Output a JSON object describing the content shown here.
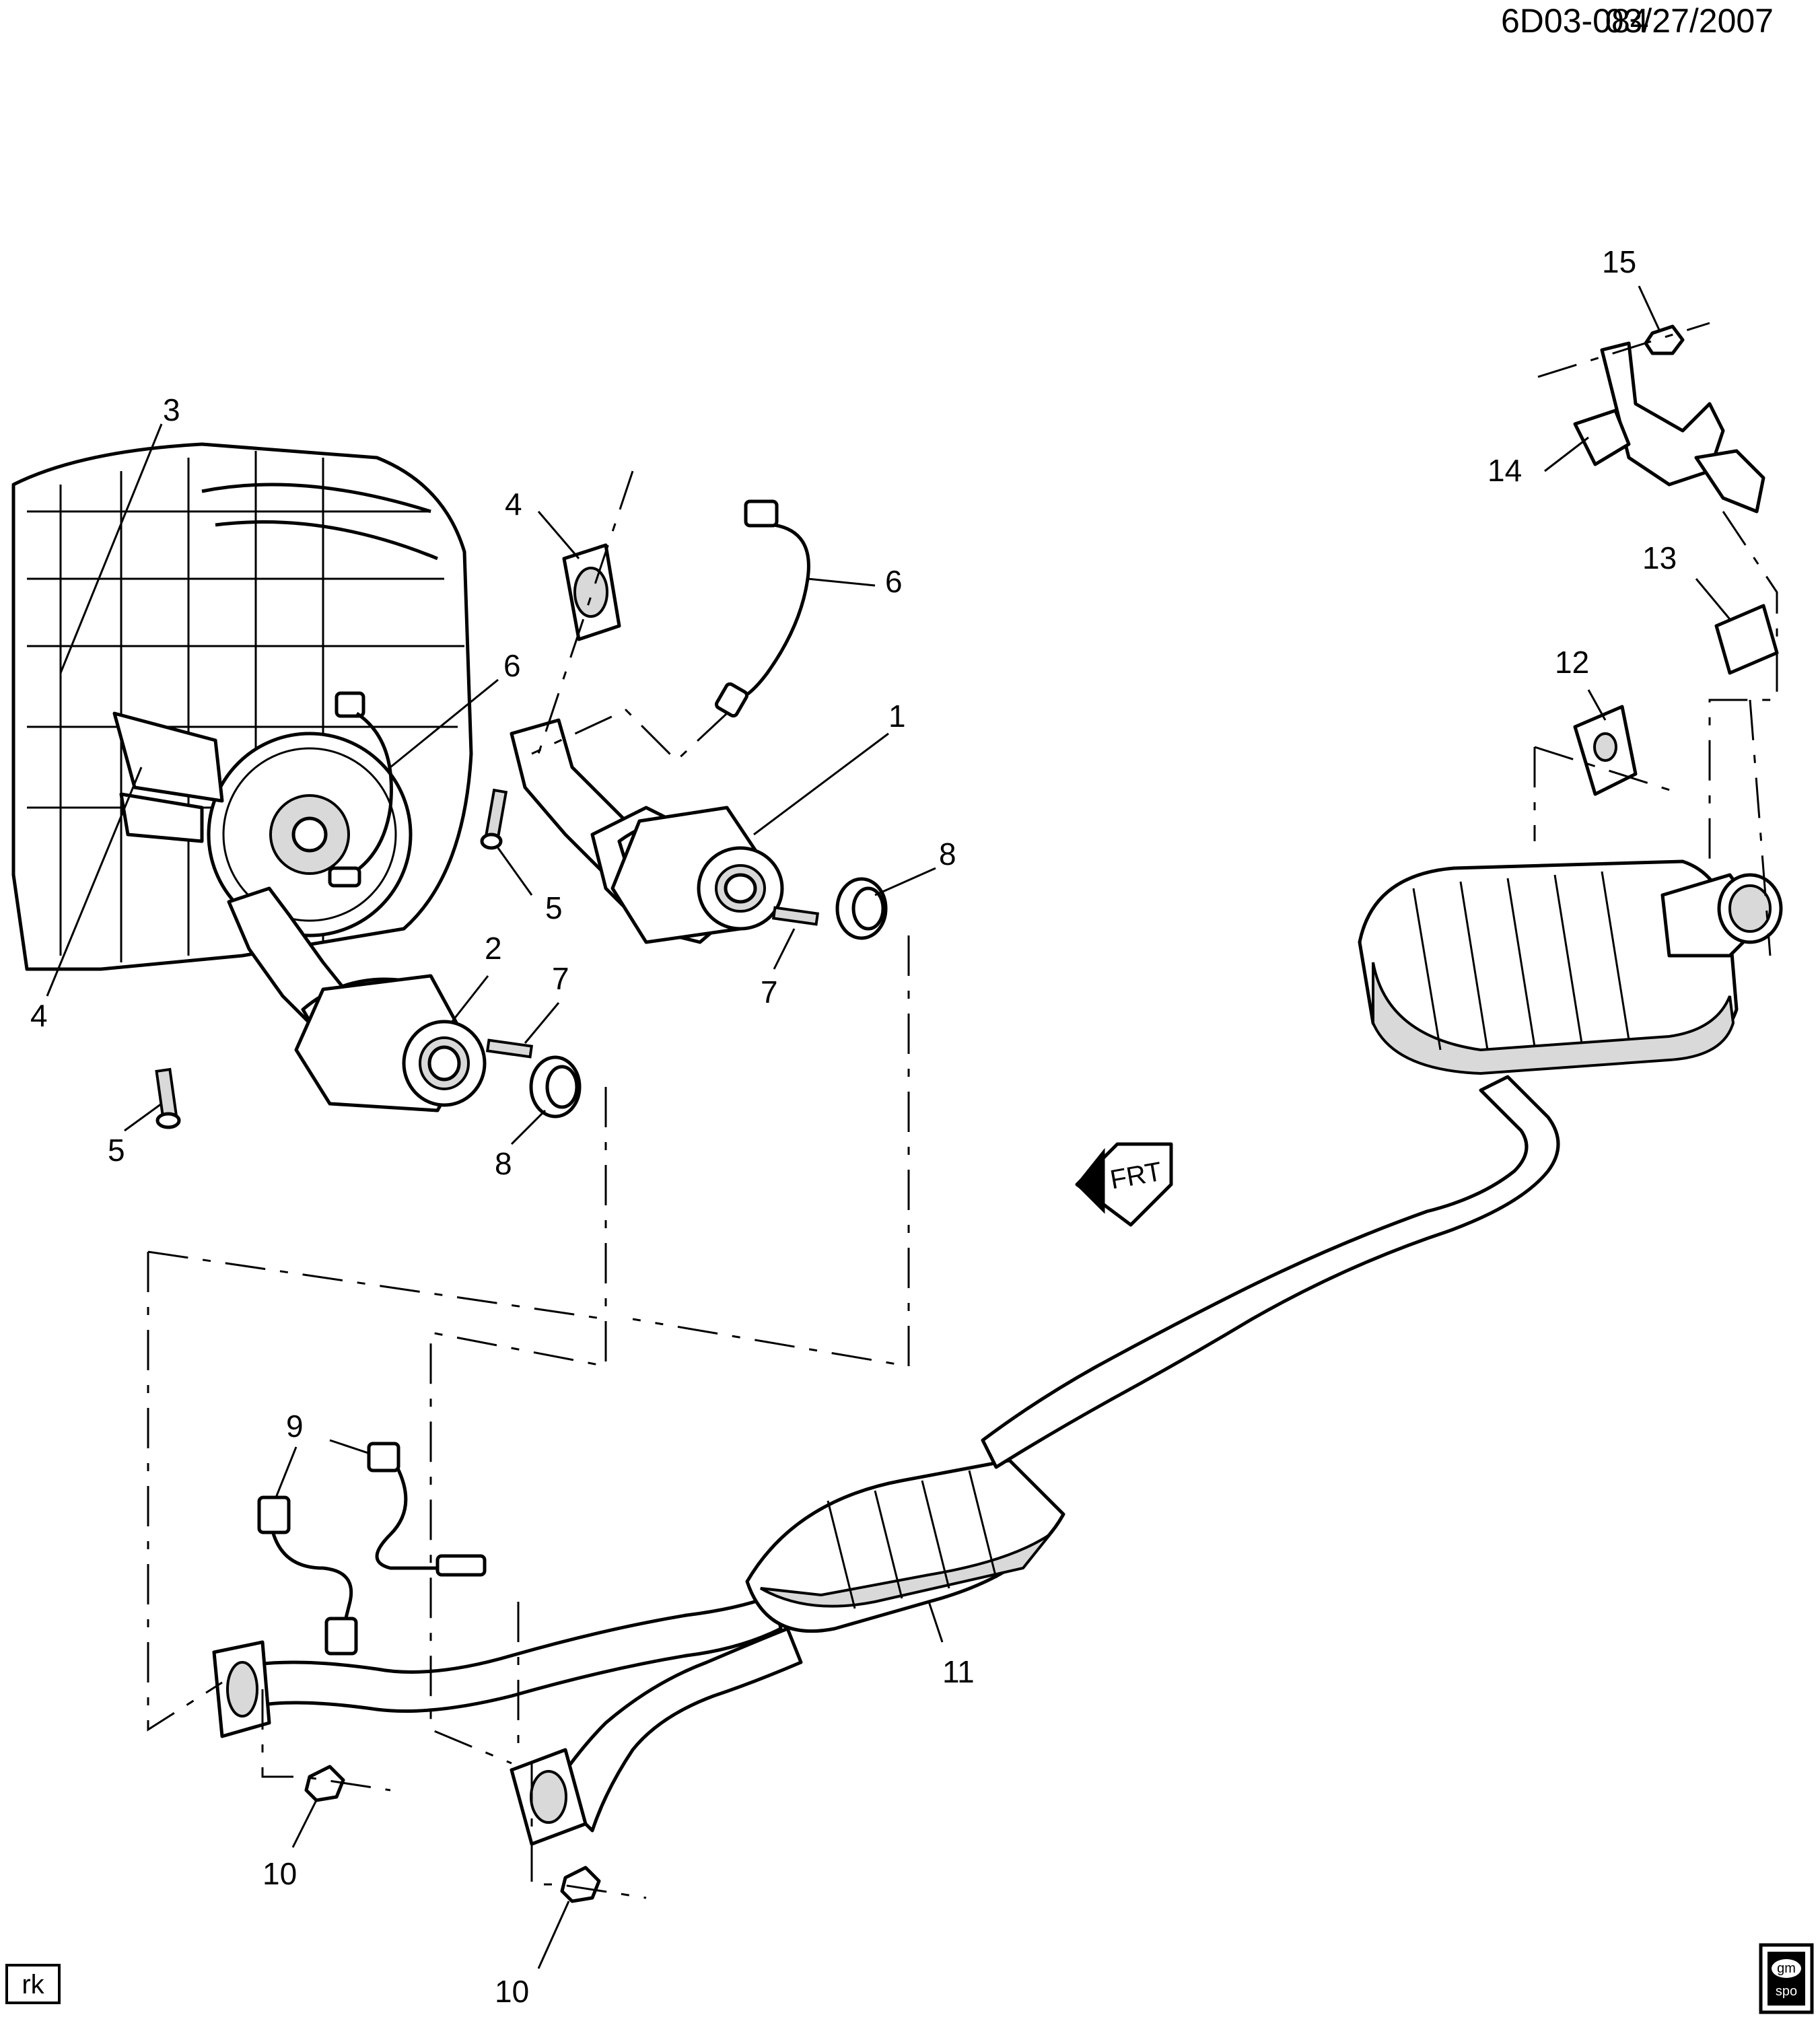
{
  "header": {
    "diagram_code": "6D03-084",
    "date": "03/27/2007"
  },
  "callouts": {
    "c1": "1",
    "c2": "2",
    "c3": "3",
    "c4a": "4",
    "c4b": "4",
    "c5a": "5",
    "c5b": "5",
    "c6a": "6",
    "c6b": "6",
    "c7a": "7",
    "c7b": "7",
    "c8a": "8",
    "c8b": "8",
    "c9": "9",
    "c10a": "10",
    "c10b": "10",
    "c11": "11",
    "c12": "12",
    "c13": "13",
    "c14": "14",
    "c15": "15"
  },
  "front_arrow": {
    "label": "FRT"
  },
  "artist_initials": "rk",
  "logo": {
    "line1": "gm",
    "line2": "spo"
  }
}
